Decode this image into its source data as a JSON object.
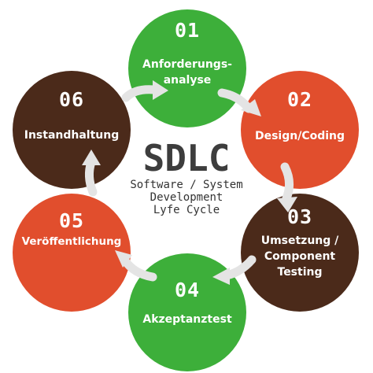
{
  "center": {
    "title": "SDLC",
    "subtitle": "Software / System\nDevelopment\nLyfe Cycle"
  },
  "phases": [
    {
      "number": "01",
      "label": "Anforderungs-\nanalyse",
      "color": "#3daf3a"
    },
    {
      "number": "02",
      "label": "Design/Coding",
      "color": "#e14e2d"
    },
    {
      "number": "03",
      "label": "Umsetzung /\nComponent\nTesting",
      "color": "#4b2a1a"
    },
    {
      "number": "04",
      "label": "Akzeptanztest",
      "color": "#3daf3a"
    },
    {
      "number": "05",
      "label": "Veröffentlichung",
      "color": "#e14e2d"
    },
    {
      "number": "06",
      "label": "Instandhaltung",
      "color": "#4b2a1a"
    }
  ],
  "colors": {
    "green": "#3daf3a",
    "orange": "#e14e2d",
    "brown": "#4b2a1a",
    "arrow": "#e4e4e4"
  }
}
